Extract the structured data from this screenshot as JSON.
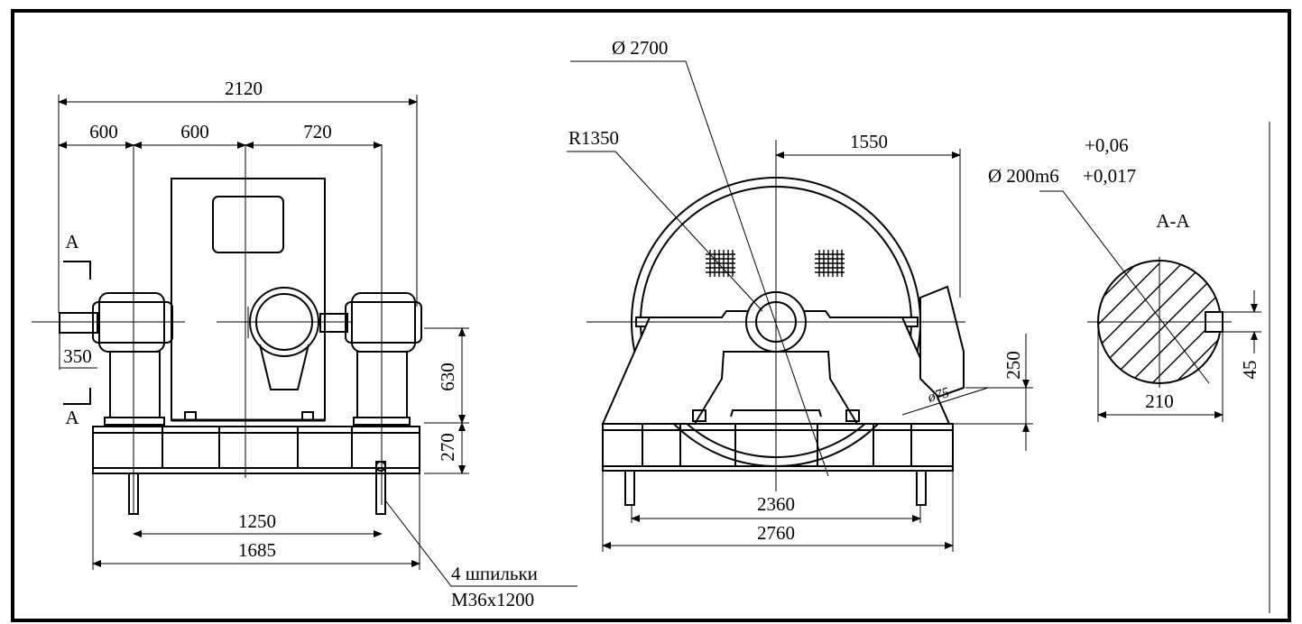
{
  "front_view": {
    "overall_width": "2120",
    "segment_left": "600",
    "segment_middle": "600",
    "segment_right": "720",
    "section_mark_top": "A",
    "section_mark_bottom": "A",
    "shaft_extension": "350",
    "height_630": "630",
    "height_270": "270",
    "bolt_spacing": "1250",
    "base_width": "1685",
    "note_line1": "4 шпильки",
    "note_line2": "M36x1200"
  },
  "side_view": {
    "diameter": "Ø 2700",
    "radius": "R1350",
    "offset": "1550",
    "height_250": "250",
    "hole_diameter": "ø75",
    "bolt_spacing": "2360",
    "base_width": "2760"
  },
  "section_view": {
    "title": "A-A",
    "shaft_diameter": "Ø 200m6",
    "tolerance_upper": "+0,06",
    "tolerance_lower": "+0,017",
    "key_depth": "210",
    "key_width": "45"
  }
}
